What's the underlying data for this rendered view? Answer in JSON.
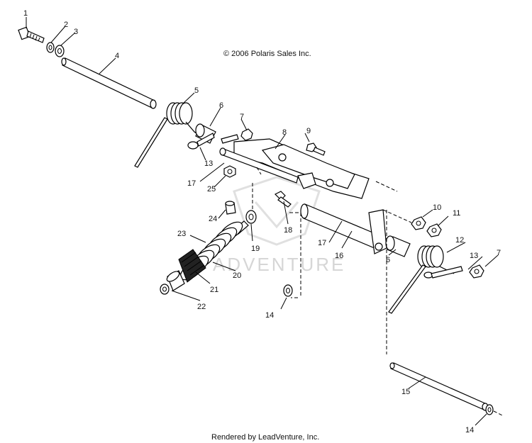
{
  "copyright": "© 2006 Polaris Sales Inc.",
  "footer": "Rendered by LeadVenture, Inc.",
  "watermark": "ADVENTURE",
  "callouts": {
    "c1": "1",
    "c2": "2",
    "c3": "3",
    "c4": "4",
    "c5": "5",
    "c6a": "6",
    "c7a": "7",
    "c8": "8",
    "c9": "9",
    "c10": "10",
    "c11": "11",
    "c12": "12",
    "c13a": "13",
    "c7b": "7",
    "c13b": "13",
    "c17a": "17",
    "c25": "25",
    "c24": "24",
    "c18": "18",
    "c23": "23",
    "c19": "19",
    "c20": "20",
    "c21": "21",
    "c22": "22",
    "c17b": "17",
    "c16": "16",
    "c6b": "6",
    "c14a": "14",
    "c15": "15",
    "c14b": "14"
  }
}
